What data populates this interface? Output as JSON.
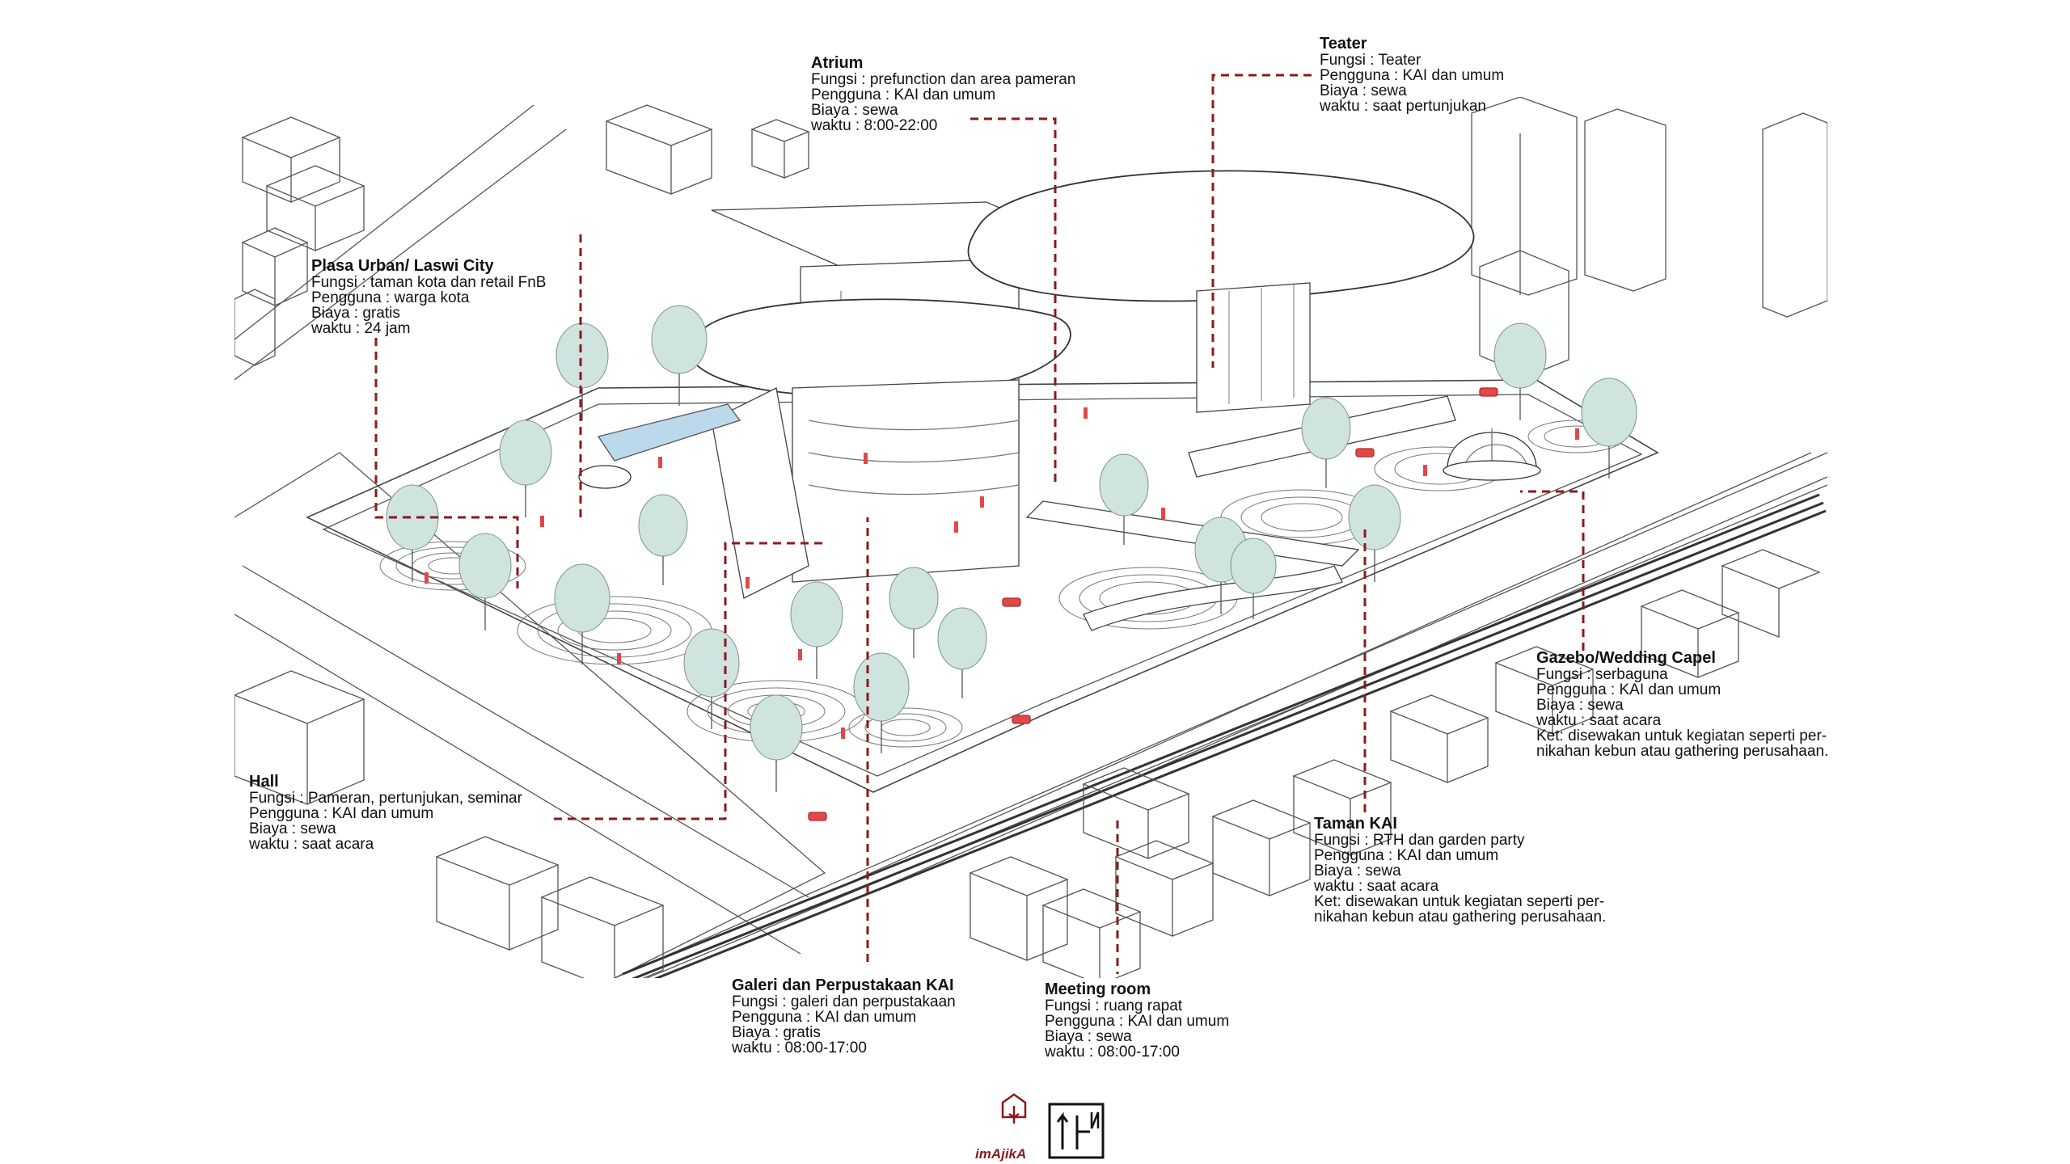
{
  "labels": {
    "atrium": {
      "title": "Atrium",
      "lines": [
        "Fungsi : prefunction dan area pameran",
        "Pengguna : KAI dan umum",
        "Biaya : sewa",
        "waktu : 8:00-22:00"
      ]
    },
    "teater": {
      "title": "Teater",
      "lines": [
        "Fungsi : Teater",
        "Pengguna : KAI dan umum",
        "Biaya : sewa",
        "waktu : saat pertunjukan"
      ]
    },
    "plasa": {
      "title": "Plasa Urban/ Laswi City",
      "lines": [
        "Fungsi : taman kota dan retail FnB",
        "Pengguna : warga kota",
        "Biaya : gratis",
        "waktu : 24 jam"
      ]
    },
    "gazebo": {
      "title": "Gazebo/Wedding Capel",
      "lines": [
        "Fungsi : serbaguna",
        "Pengguna : KAI dan umum",
        "Biaya : sewa",
        "waktu : saat acara",
        "Ket: disewakan untuk kegiatan seperti per-",
        "nikahan kebun atau gathering perusahaan."
      ]
    },
    "hall": {
      "title": "Hall",
      "lines": [
        "Fungsi : Pameran, pertunjukan, seminar",
        "Pengguna : KAI dan umum",
        "Biaya : sewa",
        "waktu : saat acara"
      ]
    },
    "taman": {
      "title": "Taman KAI",
      "lines": [
        "Fungsi : RTH dan garden party",
        "Pengguna : KAI dan umum",
        "Biaya : sewa",
        "waktu : saat acara",
        "Ket: disewakan untuk kegiatan seperti per-",
        "nikahan kebun atau gathering perusahaan."
      ]
    },
    "galeri": {
      "title": "Galeri dan Perpustakaan KAI",
      "lines": [
        "Fungsi : galeri dan perpustakaan",
        "Pengguna : KAI dan umum",
        "Biaya : gratis",
        "waktu : 08:00-17:00"
      ]
    },
    "meeting": {
      "title": "Meeting room",
      "lines": [
        "Fungsi : ruang rapat",
        "Pengguna : KAI dan umum",
        "Biaya : sewa",
        "waktu : 08:00-17:00"
      ]
    }
  },
  "brand": "imAjikA",
  "colors": {
    "leader": "#8b1a1a",
    "line": "#555555",
    "tree": "#cfe3df",
    "water": "#bcd9ec",
    "person": "#e34848",
    "accent": "#c9302c"
  }
}
